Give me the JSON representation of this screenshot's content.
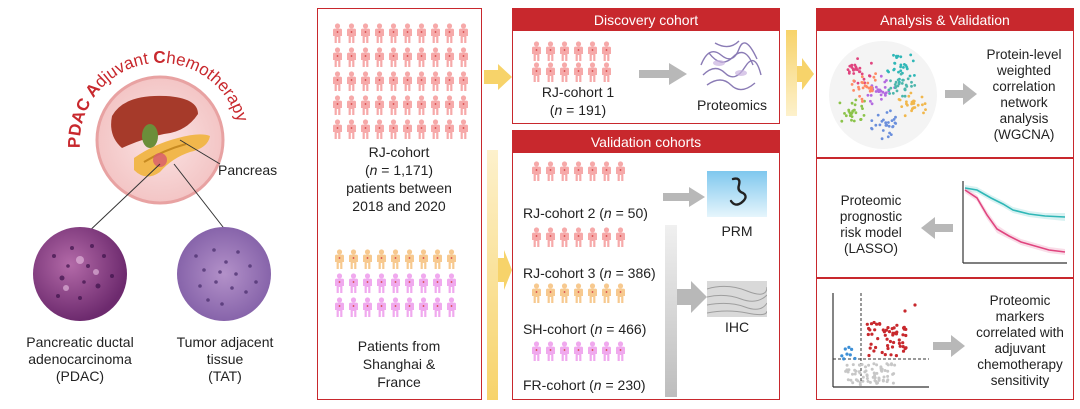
{
  "left": {
    "title_parts": [
      {
        "cap": "PDAC ",
        "rest": ""
      },
      {
        "cap": "A",
        "rest": "djuvant "
      },
      {
        "cap": "C",
        "rest": "hemotherapy"
      }
    ],
    "pancreas_label": "Pancreas",
    "pdac_label": [
      "Pancreatic ductal",
      "adenocarcinoma",
      "(PDAC)"
    ],
    "tat_label": [
      "Tumor adjacent",
      "tissue",
      "(TAT)"
    ]
  },
  "cohorts": {
    "rj_cohort_label": [
      "RJ-cohort",
      "(n = 1,171)",
      "patients between",
      "2018 and 2020"
    ],
    "other_label": [
      "Patients from",
      "Shanghai &",
      "France"
    ]
  },
  "discovery": {
    "header": "Discovery cohort",
    "cohort_label": [
      "RJ-cohort 1",
      "(n = 191)"
    ],
    "method_label": "Proteomics"
  },
  "validation": {
    "header": "Validation cohorts",
    "rows": [
      {
        "name": "RJ-cohort 2 (",
        "n": "n",
        "value": " = 50)"
      },
      {
        "name": "RJ-cohort 3 (",
        "n": "n",
        "value": " = 386)"
      },
      {
        "name": "SH-cohort (",
        "n": "n",
        "value": " = 466)"
      },
      {
        "name": "FR-cohort (",
        "n": "n",
        "value": " = 230)"
      }
    ],
    "prm_label": "PRM",
    "ihc_label": "IHC"
  },
  "analysis": {
    "header": "Analysis & Validation",
    "wgcna_label": [
      "Protein-level",
      "weighted",
      "correlation",
      "network",
      "analysis",
      "(WGCNA)"
    ],
    "risk_label": [
      "Proteomic",
      "prognostic",
      "risk model",
      "(LASSO)"
    ],
    "markers_label": [
      "Proteomic",
      "markers",
      "correlated with",
      "adjuvant",
      "chemotherapy",
      "sensitivity"
    ]
  },
  "colors": {
    "accent_red": "#c8282d",
    "person_pink": "#f6a9a9",
    "person_orange": "#f7c98f",
    "person_magenta": "#f0a9ee",
    "arrow_yellow": "#f7d36a",
    "arrow_gray": "#b8b8b8",
    "km_teal": "#2fb7b7",
    "km_pink": "#e0457f"
  }
}
